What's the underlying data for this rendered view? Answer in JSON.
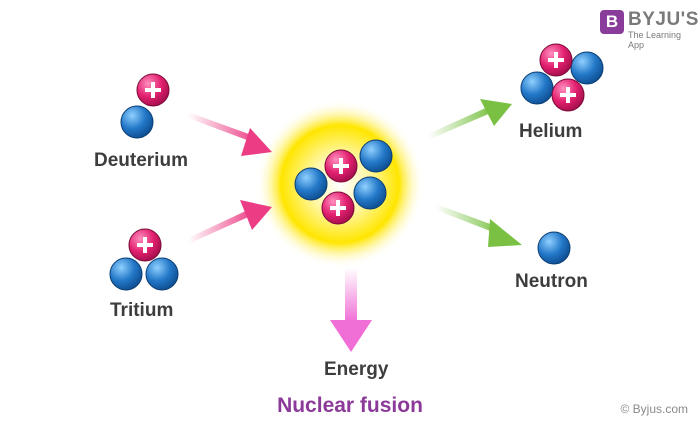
{
  "labels": {
    "deuterium": "Deuterium",
    "tritium": "Tritium",
    "helium": "Helium",
    "neutron": "Neutron",
    "energy": "Energy"
  },
  "title": "Nuclear fusion",
  "brand": {
    "letter": "B",
    "name": "BYJU'S",
    "tagline": "The Learning App"
  },
  "copyright": "© Byjus.com",
  "colors": {
    "proton": "#e2206f",
    "neutron": "#2378c8",
    "input_arrow": "#ec3d84",
    "output_arrow": "#7ac143",
    "energy_arrow": "#f06fd6",
    "glow": "#ffe600",
    "title": "#8c3a99",
    "brand": "#8a3c9a"
  }
}
